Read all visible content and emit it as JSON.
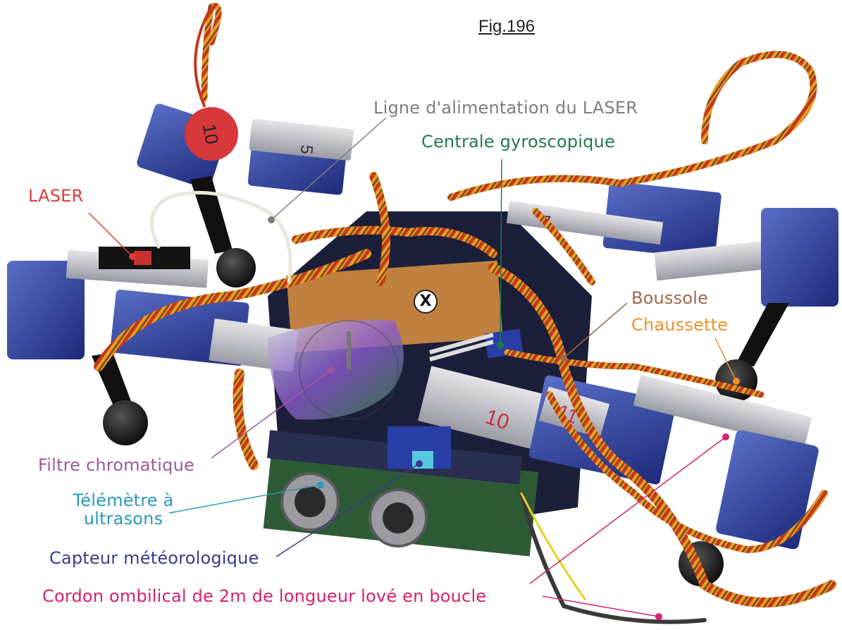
{
  "figure": {
    "title": "Fig.196",
    "center_marker": "X"
  },
  "labels": {
    "laser_power_line": "Ligne d'alimentation du LASER",
    "gyro": "Centrale gyroscopique",
    "laser": "LASER",
    "compass": "Boussole",
    "sock": "Chaussette",
    "color_filter": "Filtre chromatique",
    "rangefinder_line1": "Télémètre à",
    "rangefinder_line2": "ultrasons",
    "weather_sensor": "Capteur météorologique",
    "umbilical": "Cordon ombilical de 2m de longueur lové en boucle"
  },
  "colors": {
    "laser_power_line": "#7d7d7d",
    "gyro": "#1f7a4a",
    "laser": "#e03a3a",
    "compass": "#a0684a",
    "sock": "#f0902a",
    "color_filter": "#a0589a",
    "rangefinder": "#2a9ab8",
    "weather_sensor": "#3a3a8a",
    "umbilical": "#d8206e"
  },
  "servo_numbers": [
    "10",
    "5",
    "7",
    "10",
    "11"
  ]
}
